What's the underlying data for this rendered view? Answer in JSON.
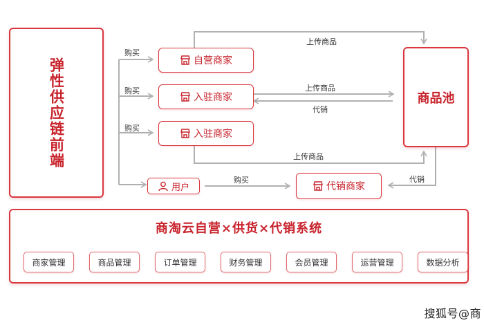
{
  "colors": {
    "accent": "#c8232c",
    "border": "#d9373e",
    "line": "#b0b0b0"
  },
  "left_panel": {
    "title": "弹性供应链前端"
  },
  "pool": {
    "label": "商品池"
  },
  "nodes": {
    "self_operated": "自营商家",
    "settled_1": "入驻商家",
    "settled_2": "入驻商家",
    "user": "用户",
    "consign": "代销商家"
  },
  "labels": {
    "buy_1": "购买",
    "buy_2": "购买",
    "buy_3": "购买",
    "buy_4": "购买",
    "upload_top": "上传商品",
    "upload_mid": "上传商品",
    "consign_mid": "代销",
    "upload_low": "上传商品",
    "consign_low": "代销"
  },
  "system": {
    "title": "商淘云自营×供货×代销系统",
    "modules": [
      "商家管理",
      "商品管理",
      "订单管理",
      "财务管理",
      "会员管理",
      "运营管理",
      "数据分析"
    ]
  },
  "watermark": "搜狐号@商"
}
